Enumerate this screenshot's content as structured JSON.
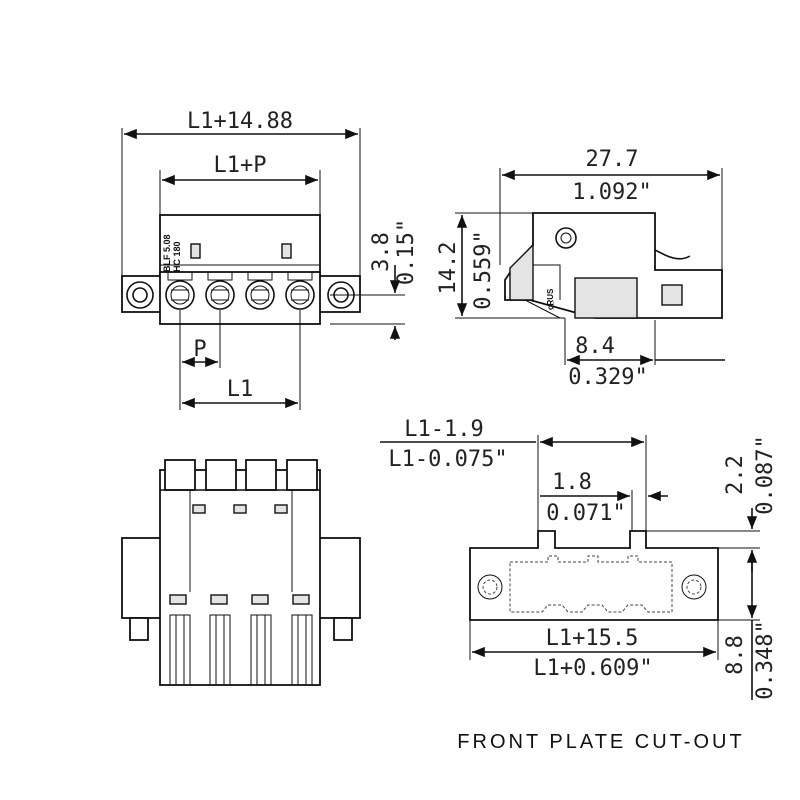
{
  "front_view": {
    "dim_overall": "L1+14.88",
    "dim_l1_plus_p": "L1+P",
    "dim_height_mm": "3.8",
    "dim_height_in": "0.15\"",
    "dim_pitch": "P",
    "dim_l1": "L1",
    "label_line1": "BLF 5.08",
    "label_line2": "HC 180"
  },
  "side_view": {
    "dim_width_mm": "27.7",
    "dim_width_in": "1.092\"",
    "dim_height_mm": "14.2",
    "dim_height_in": "0.559\"",
    "dim_depth_mm": "8.4",
    "dim_depth_in": "0.329\"",
    "mark_text": "c̲̲R̲US"
  },
  "cutout_view": {
    "title": "FRONT PLATE CUT-OUT",
    "dim_inner_mm": "L1-1.9",
    "dim_inner_in": "L1-0.075\"",
    "dim_slot_mm": "1.8",
    "dim_slot_in": "0.071\"",
    "dim_notch_mm": "2.2",
    "dim_notch_in": "0.087\"",
    "dim_total_mm": "L1+15.5",
    "dim_total_in": "L1+0.609\"",
    "dim_height_mm": "8.8",
    "dim_height_in": "0.348\""
  }
}
